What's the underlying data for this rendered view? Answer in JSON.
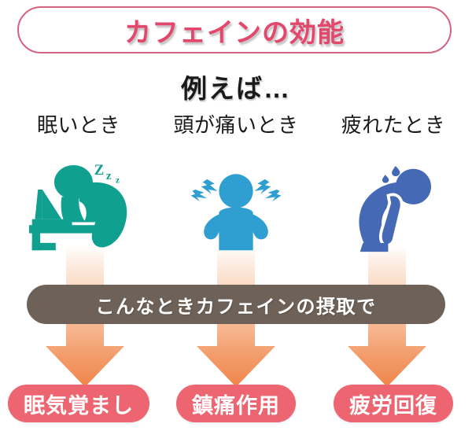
{
  "header": {
    "title": "カフェインの効能",
    "subtitle": "例えば…"
  },
  "colors": {
    "title_text": "#e3486c",
    "title_border": "#d4637f",
    "sleepy_icon": "#10a08f",
    "headache_icon": "#2e9fd0",
    "tired_icon": "#4569b4",
    "banner_bg": "#6e6157",
    "result_pill_bg": "#ee6572",
    "arrow_bottom": "#f08a50",
    "arrow_top": "#fdf3ec"
  },
  "situations": [
    {
      "label": "眠いとき",
      "icon": "sleeping-at-desk-icon",
      "icon_color": "#10a08f",
      "sfx": "Zzz"
    },
    {
      "label": "頭が痛いとき",
      "icon": "headache-person-icon",
      "icon_color": "#2e9fd0",
      "sfx": ""
    },
    {
      "label": "疲れたとき",
      "icon": "exhausted-person-icon",
      "icon_color": "#4569b4",
      "sfx": ""
    }
  ],
  "banner": {
    "text": "こんなときカフェインの摂取で"
  },
  "results": [
    {
      "label": "眠気覚まし"
    },
    {
      "label": "鎮痛作用"
    },
    {
      "label": "疲労回復"
    }
  ],
  "arrows": {
    "count": 3,
    "direction": "down",
    "icon": "down-arrow-icon"
  }
}
